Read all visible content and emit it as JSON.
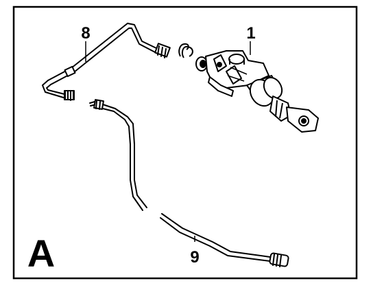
{
  "diagram": {
    "panel_letter": "A",
    "callouts": [
      {
        "id": "1",
        "text": "1"
      },
      {
        "id": "8",
        "text": "8"
      },
      {
        "id": "9",
        "text": "9"
      }
    ]
  }
}
